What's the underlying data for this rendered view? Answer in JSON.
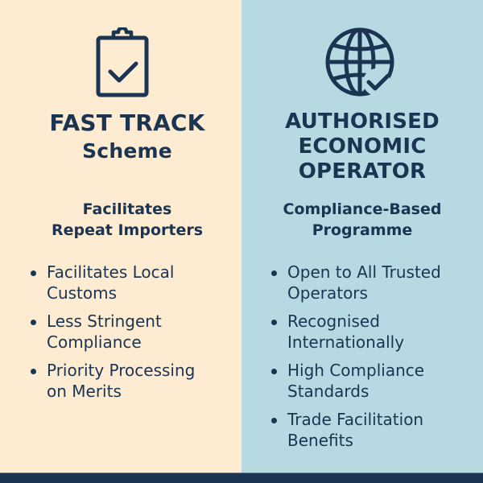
{
  "colors": {
    "left_background": "#fdebd2",
    "right_background": "#b7d9e1",
    "text_navy": "#1b3452",
    "footer_bar": "#1b3452"
  },
  "left_panel": {
    "icon": "clipboard-check-icon",
    "title_line1": "FAST TRACK",
    "title_line2": "Scheme",
    "subtitle_line1": "Facilitates",
    "subtitle_line2": "Repeat Importers",
    "bullets": [
      {
        "line1": "Facilitates Local",
        "line2": "Customs"
      },
      {
        "line1": "Less Stringent",
        "line2": "Compliance"
      },
      {
        "line1": "Priority Processing",
        "line2": "on Merits"
      }
    ]
  },
  "right_panel": {
    "icon": "globe-check-icon",
    "title_line1": "AUTHORISED",
    "title_line2": "ECONOMIC",
    "title_line3": "OPERATOR",
    "subtitle_line1": "Compliance-Based",
    "subtitle_line2": "Programme",
    "bullets": [
      {
        "line1": "Open to All Trusted",
        "line2": "Operators"
      },
      {
        "line1": "Recognised",
        "line2": "Internationally"
      },
      {
        "line1": "High Compliance",
        "line2": "Standards"
      },
      {
        "line1": "Trade Facilitation",
        "line2": "Benefits"
      }
    ]
  }
}
